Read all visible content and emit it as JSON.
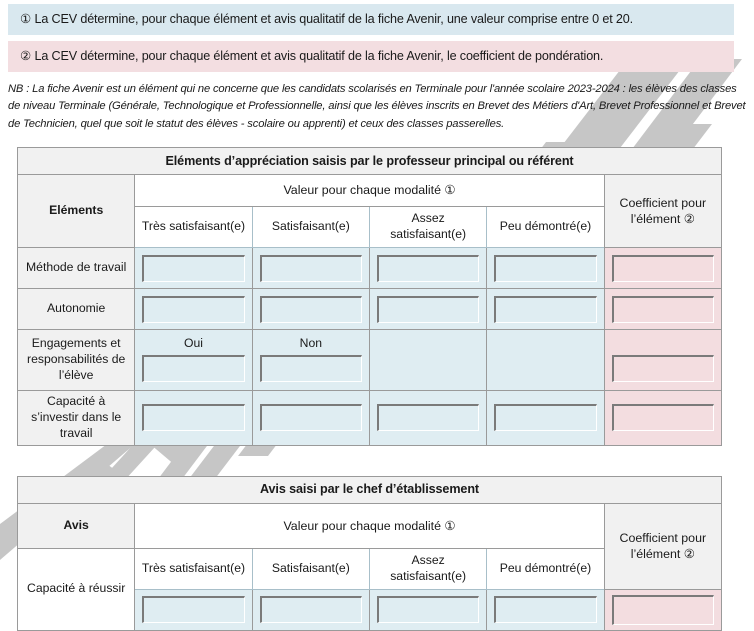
{
  "notes": {
    "note1": "① La CEV détermine, pour chaque élément et avis qualitatif de la fiche Avenir, une valeur comprise entre 0 et 20.",
    "note2": "② La CEV détermine, pour chaque élément et avis qualitatif de la fiche Avenir, le coefficient de pondération.",
    "nb": "NB : La fiche Avenir est un élément qui ne concerne que les candidats scolarisés en Terminale pour l'année scolaire 2023-2024 :  les élèves des classes de niveau Terminale (Générale, Technologique et Professionnelle, ainsi que les élèves inscrits en Brevet des Métiers d'Art, Brevet Professionnel et Brevet de Technicien, quel que soit le statut des élèves - scolaire ou apprenti) et ceux des classes passerelles."
  },
  "table1": {
    "caption": "Eléments d’appréciation saisis par le professeur principal ou référent",
    "col_elements": "Eléments",
    "col_modalites": "Valeur pour chaque modalité ①",
    "col_coefficient": "Coefficient pour l’élément ②",
    "modalities": [
      "Très satisfaisant(e)",
      "Satisfaisant(e)",
      "Assez satisfaisant(e)",
      "Peu démontré(e)"
    ],
    "rows": [
      {
        "label": "Méthode de travail",
        "kind": "inputs"
      },
      {
        "label": "Autonomie",
        "kind": "inputs"
      },
      {
        "label": "Engagements et responsabilités de l’élève",
        "kind": "ouinon",
        "options": [
          "Oui",
          "Non"
        ]
      },
      {
        "label": "Capacité à s’investir dans le travail",
        "kind": "inputs"
      }
    ]
  },
  "table2": {
    "caption": "Avis saisi par le chef d’établissement",
    "col_avis": "Avis",
    "col_modalites": "Valeur pour chaque modalité ①",
    "col_coefficient": "Coefficient pour l’élément ②",
    "modalities": [
      "Très satisfaisant(e)",
      "Satisfaisant(e)",
      "Assez satisfaisant(e)",
      "Peu démontré(e)"
    ],
    "rows": [
      {
        "label": "Capacité à réussir",
        "kind": "inputs"
      }
    ]
  },
  "colors": {
    "banner_blue": "#d9e8ef",
    "banner_pink": "#f3dee1",
    "cell_blue": "#dfedf2",
    "cell_pink": "#f3dde0",
    "header_gray": "#f1f1f1",
    "border_gray": "#9a9a9a",
    "watermark_gray": "#b8b8b8"
  }
}
